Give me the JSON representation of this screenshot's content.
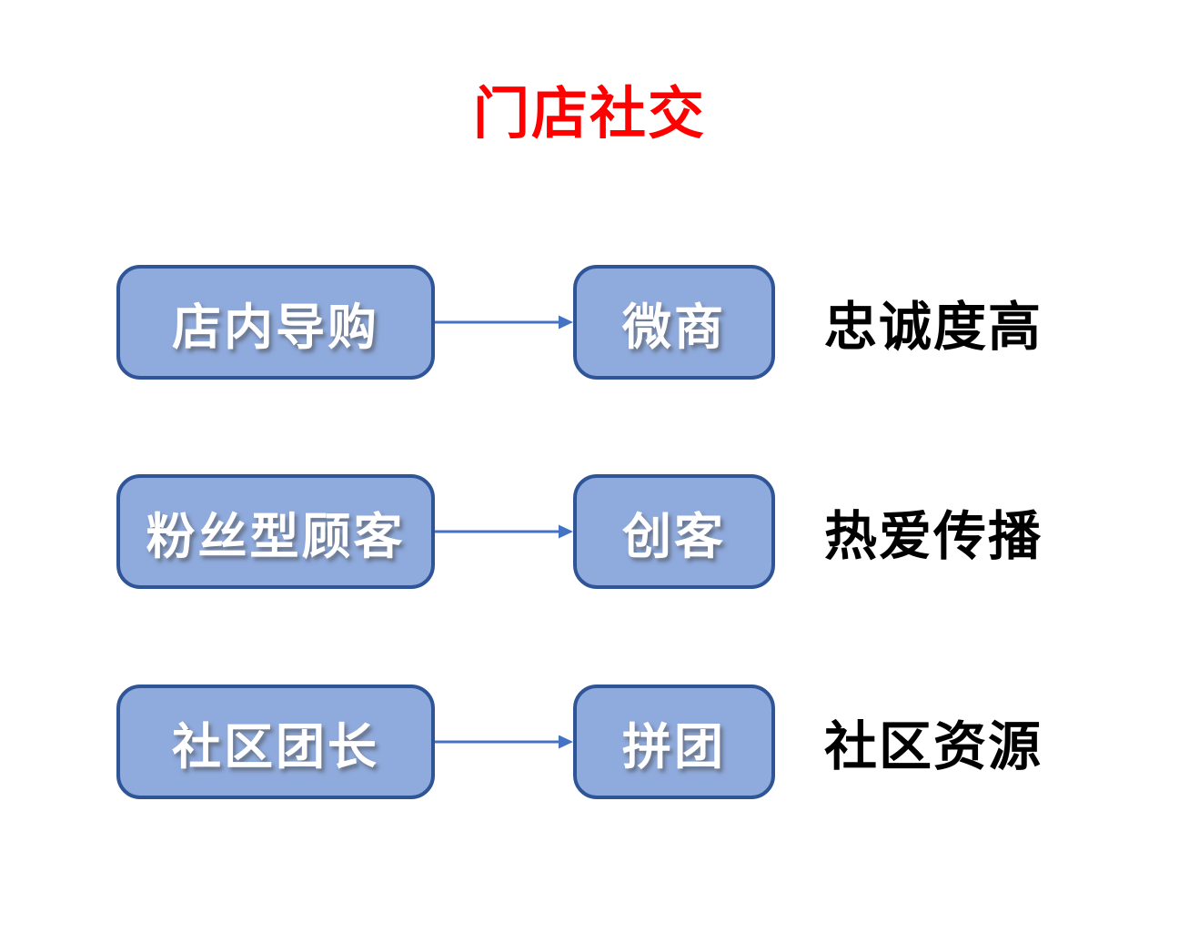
{
  "title": "门店社交",
  "diagram": {
    "rows": [
      {
        "source": "店内导购",
        "target": "微商",
        "note": "忠诚度高"
      },
      {
        "source": "粉丝型顾客",
        "target": "创客",
        "note": "热爱传播"
      },
      {
        "source": "社区团长",
        "target": "拼团",
        "note": "社区资源"
      }
    ]
  },
  "colors": {
    "title_text": "#FF0000",
    "box_fill": "#8FAADC",
    "box_border": "#2F5597",
    "box_text": "#FFFFFF",
    "arrow": "#4472C4",
    "note_text": "#000000",
    "background": "#FFFFFF"
  }
}
